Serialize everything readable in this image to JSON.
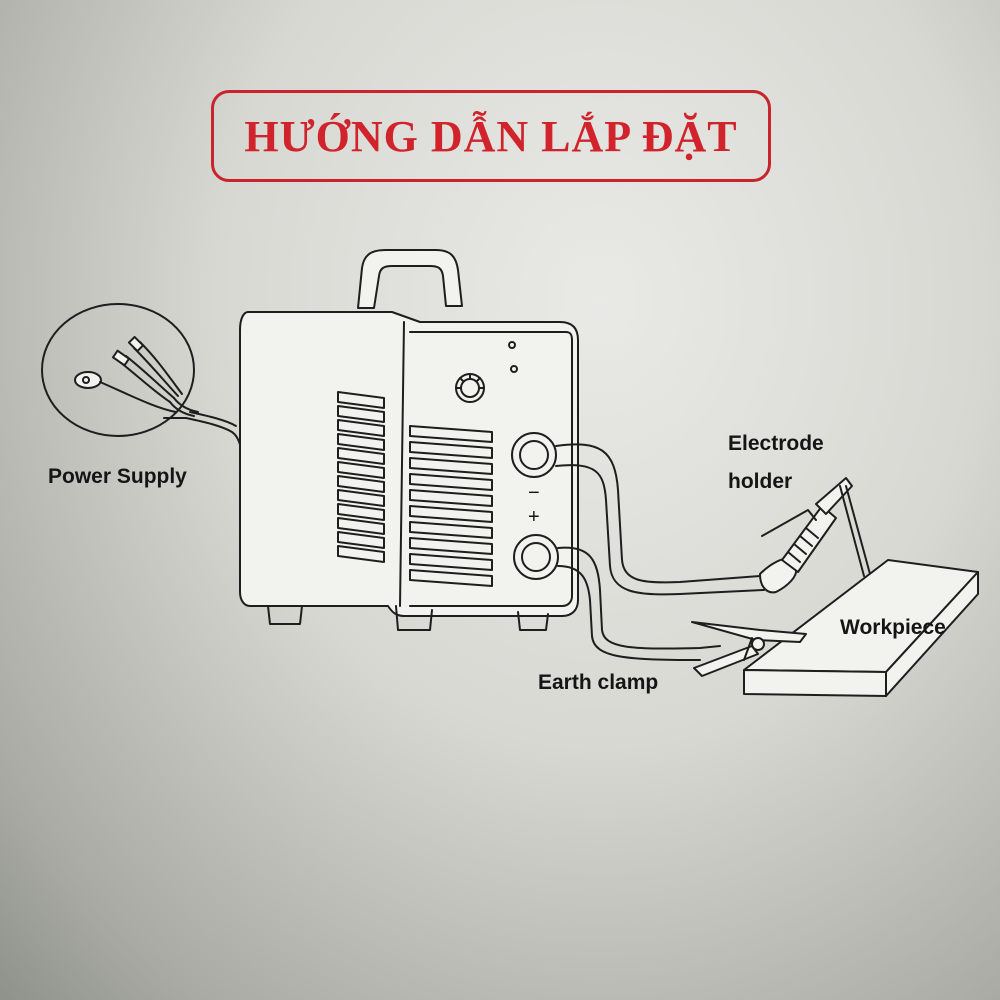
{
  "title": "HƯỚNG DẪN LẮP ĐẶT",
  "labels": {
    "power_supply": "Power Supply",
    "electrode_holder_line1": "Electrode",
    "electrode_holder_line2": "holder",
    "workpiece": "Workpiece",
    "earth_clamp": "Earth clamp"
  },
  "panel_symbols": {
    "minus": "−",
    "plus": "+"
  },
  "colors": {
    "title": "#d1232b",
    "line": "#1e1e1e"
  }
}
